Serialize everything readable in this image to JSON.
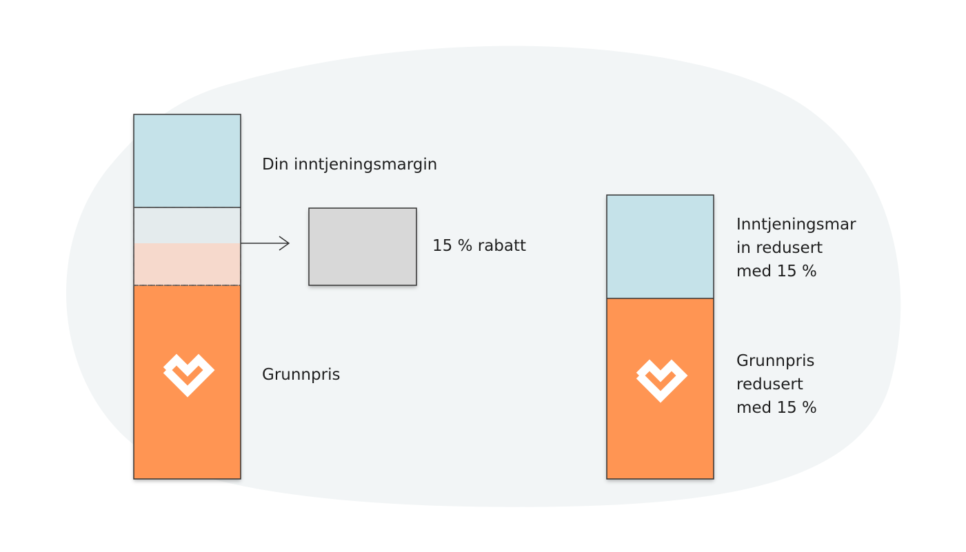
{
  "labels": {
    "margin": "Din inntjeningsmargin",
    "discount": "15 % rabatt",
    "base_price": "Grunnpris",
    "margin_reduced": "Inntjeningsmar\nin redusert\nmed 15 %",
    "base_price_reduced": "Grunnpris\nredusert\nmed 15 %"
  },
  "icons": {
    "brand": "heart-logo-icon",
    "arrow": "arrow-right-icon"
  },
  "colors": {
    "background_blob": "#f2f5f6",
    "margin": "#c5e2e9",
    "margin_removed": "#e4ebed",
    "base_removed": "#f6d9cc",
    "base_price": "#ff9552",
    "discount_box": "#d8d8d8",
    "outline": "#333333",
    "logo": "#ffffff"
  }
}
